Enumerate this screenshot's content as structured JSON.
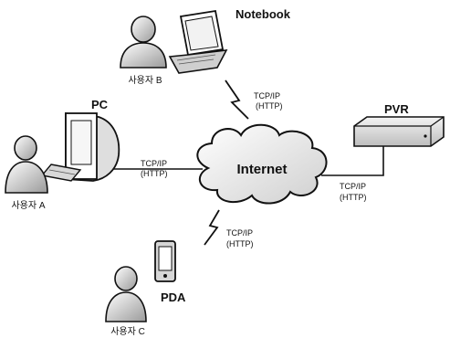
{
  "nodes": {
    "notebook": "Notebook",
    "pc": "PC",
    "pvr": "PVR",
    "pda": "PDA",
    "internet": "Internet"
  },
  "users": {
    "a": "사용자 A",
    "b": "사용자 B",
    "c": "사용자 C"
  },
  "links": {
    "notebook_proto": "TCP/IP",
    "notebook_app": "(HTTP)",
    "pc_proto": "TCP/IP",
    "pc_app": "(HTTP)",
    "pvr_proto": "TCP/IP",
    "pvr_app": "(HTTP)",
    "pda_proto": "TCP/IP",
    "pda_app": "(HTTP)"
  }
}
